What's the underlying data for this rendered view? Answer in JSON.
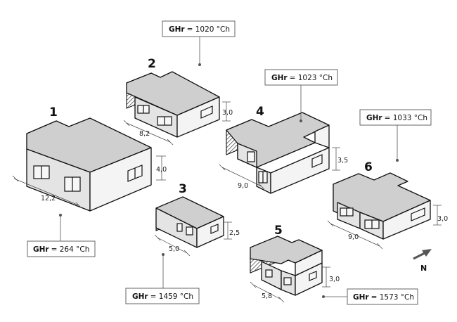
{
  "buildings": [
    {
      "number": "1",
      "dimension_length": "12,2",
      "dimension_height": "4,0",
      "ghr_label": "GHr",
      "ghr_value": "= 264 °Ch"
    },
    {
      "number": "2",
      "dimension_length": "8,2",
      "dimension_height": "3,0",
      "ghr_label": "GHr",
      "ghr_value": "= 1020 °Ch"
    },
    {
      "number": "3",
      "dimension_length": "5,0",
      "dimension_height": "2,5",
      "ghr_label": "GHr",
      "ghr_value": "= 1459 °Ch"
    },
    {
      "number": "4",
      "dimension_length": "9,0",
      "dimension_height": "3,5",
      "ghr_label": "GHr",
      "ghr_value": "= 1023 °Ch"
    },
    {
      "number": "5",
      "dimension_length": "5,8",
      "dimension_height": "3,0",
      "ghr_label": "GHr",
      "ghr_value": "= 1573 °Ch"
    },
    {
      "number": "6",
      "dimension_length": "9,0",
      "dimension_height": "3,0",
      "ghr_label": "GHr",
      "ghr_value": "= 1033 °Ch"
    }
  ],
  "compass": {
    "label": "N"
  },
  "icons": {
    "north_arrow": "north-arrow-icon"
  }
}
